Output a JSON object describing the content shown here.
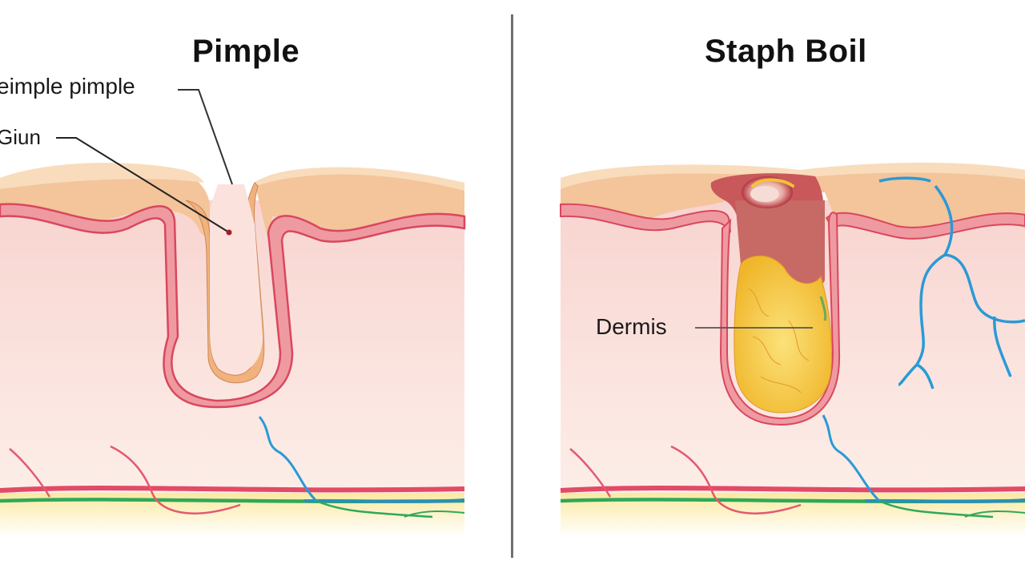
{
  "panels": [
    {
      "id": "pimple",
      "title": "Pimple",
      "labels": [
        {
          "text": "eimple pimple",
          "target": "pore-opening"
        },
        {
          "text": "Giun",
          "target": "pore-dot"
        }
      ]
    },
    {
      "id": "staph-boil",
      "title": "Staph Boil",
      "labels": [
        {
          "text": "Dermis",
          "target": "pus-core"
        }
      ]
    }
  ],
  "colors": {
    "epidermis_top": "#f6d3ad",
    "epidermis_orange": "#f1b27e",
    "basal_pink": "#ef8f97",
    "outline_red": "#d9475e",
    "dermis_bg": "#fbe2dd",
    "fat_yellow": "#fcecae",
    "pus_yellow": "#f7c93c",
    "inflamed_red": "#c9585a",
    "vein_blue": "#2a9ad6",
    "nerve_green": "#2fa85a",
    "artery_red": "#e24a68",
    "divider": "#707070",
    "text": "#111111"
  }
}
